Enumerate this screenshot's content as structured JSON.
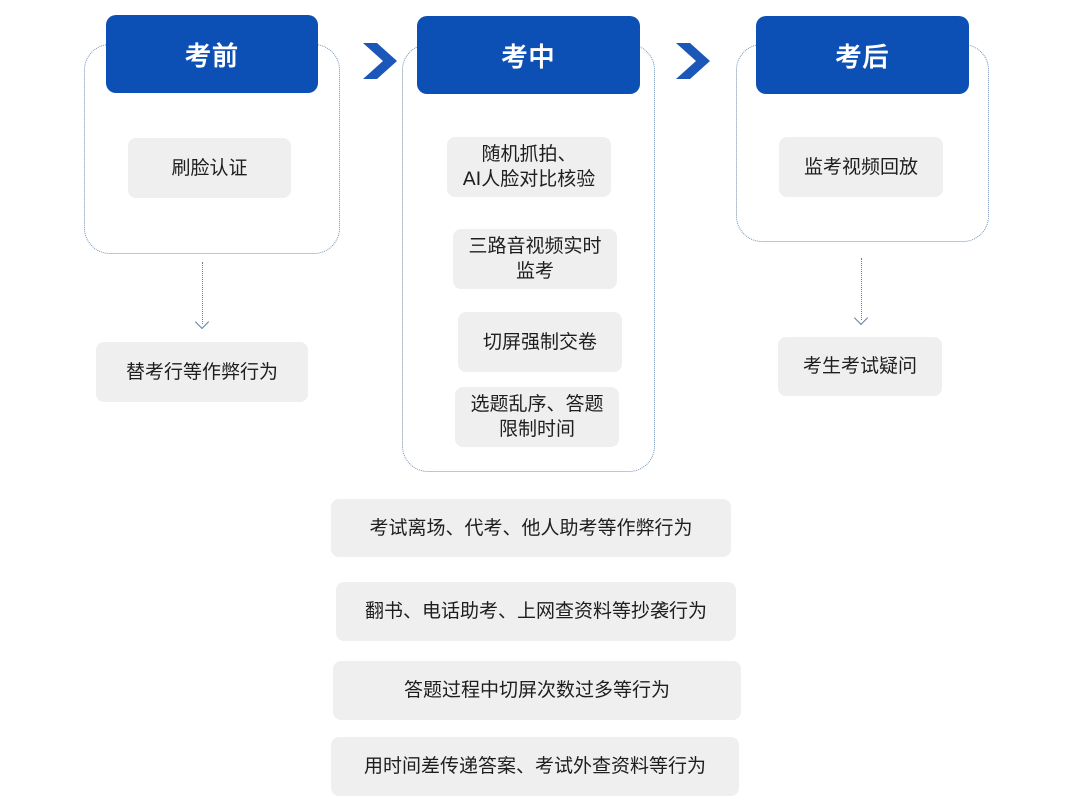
{
  "stages": {
    "before": {
      "title": "考前",
      "measures": [
        "刷脸认证"
      ],
      "prevents": "替考行等作弊行为"
    },
    "during": {
      "title": "考中",
      "measures": [
        "随机抓拍、\nAI人脸对比核验",
        "三路音视频实时\n监考",
        "切屏强制交卷",
        "选题乱序、答题\n限制时间"
      ]
    },
    "after": {
      "title": "考后",
      "measures": [
        "监考视频回放"
      ],
      "prevents": "考生考试疑问"
    }
  },
  "prevented_behaviors": [
    "考试离场、代考、他人助考等作弊行为",
    "翻书、电话助考、上网查资料等抄袭行为",
    "答题过程中切屏次数过多等行为",
    "用时间差传递答案、考试外查资料等行为"
  ],
  "colors": {
    "accent": "#0d50b5",
    "box": "#efefef",
    "border": "#6f8fb4"
  }
}
